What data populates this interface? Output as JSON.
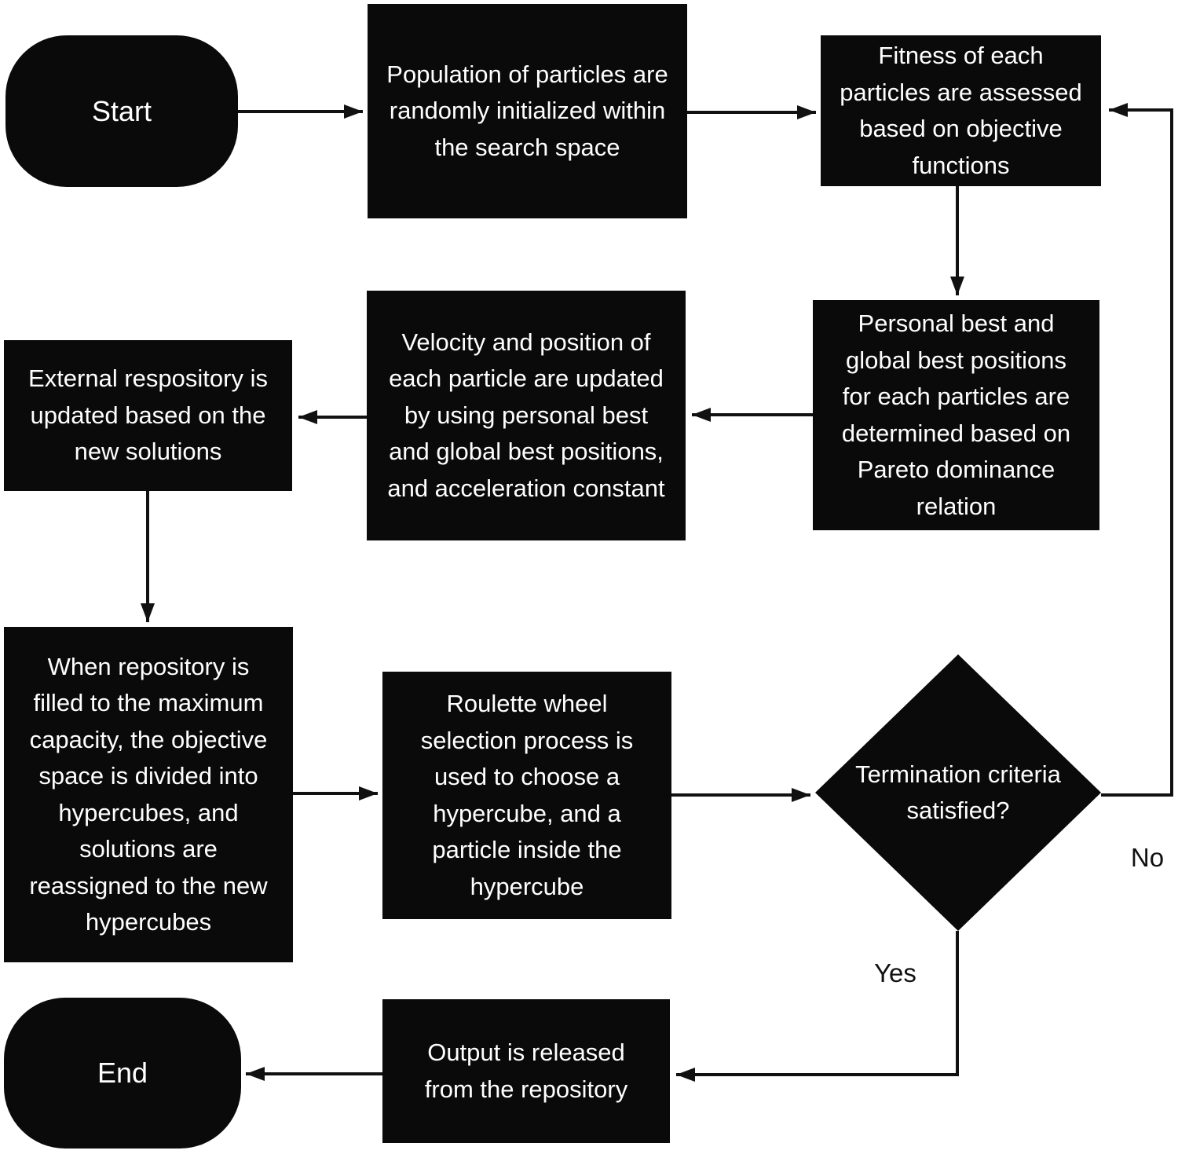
{
  "diagram": {
    "background": "#ffffff",
    "node_fill": "#0a0a0a",
    "node_text_color": "#ffffff",
    "connector_color": "#111111"
  },
  "nodes": {
    "start": {
      "label": "Start"
    },
    "init_population": {
      "label": "Population of particles are randomly initialized within the search space"
    },
    "fitness": {
      "label": "Fitness of each particles are assessed based on objective functions"
    },
    "best_positions": {
      "label": "Personal best and global best positions for each particles are determined based on Pareto dominance relation"
    },
    "velocity_update": {
      "label": "Velocity and position of each particle are updated by using personal best and global best positions, and acceleration constant"
    },
    "external_repository": {
      "label": "External respository is updated based on the new solutions"
    },
    "hypercube_division": {
      "label": "When repository is filled to the maximum capacity, the objective space is divided into hypercubes, and solutions are reassigned to the new hypercubes"
    },
    "roulette_selection": {
      "label": "Roulette wheel selection process is used to choose a hypercube, and a particle inside the hypercube"
    },
    "termination": {
      "label": "Termination criteria satisfied?"
    },
    "output": {
      "label": "Output is released from the repository"
    },
    "end": {
      "label": "End"
    }
  },
  "edge_labels": {
    "no": "No",
    "yes": "Yes"
  }
}
